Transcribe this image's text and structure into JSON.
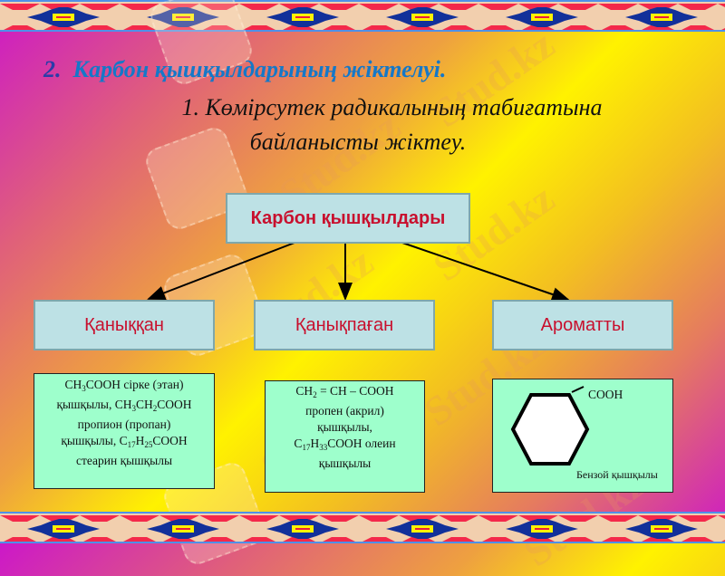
{
  "slide": {
    "heading_number": "2.",
    "heading_text": "Карбон қышқылдарының жіктелуі.",
    "subheading_line1": "1. Көмірсутек радикалының табиғатына",
    "subheading_line2": "байланысты жіктеу."
  },
  "diagram": {
    "root": "Карбон қышқылдары",
    "categories": [
      {
        "label": "Қаныққан"
      },
      {
        "label": "Қанықпаған"
      },
      {
        "label": "Ароматты"
      }
    ],
    "details": {
      "saturated": {
        "line1_a": "CH",
        "line1_sub1": "3",
        "line1_b": "COOH сірке (этан)",
        "line2_a": "қышқылы, CH",
        "line2_sub1": "3",
        "line2_b": "CH",
        "line2_sub2": "2",
        "line2_c": "COOH",
        "line3": "пропион (пропан)",
        "line4_a": "қышқылы, C",
        "line4_sub1": "17",
        "line4_b": "H",
        "line4_sub2": "25",
        "line4_c": "COOH",
        "line5": "стеарин қышқылы"
      },
      "unsaturated": {
        "line1_a": "CH",
        "line1_sub1": "2",
        "line1_b": " = CH – COOH",
        "line2": "пропен (акрил)",
        "line3": "қышқылы,",
        "line4_a": "C",
        "line4_sub1": "17",
        "line4_b": "H",
        "line4_sub2": "33",
        "line4_c": "COOH олеин",
        "line5": "қышқылы"
      },
      "aromatic": {
        "group": "COOH",
        "name": "Бензой қышқылы"
      }
    }
  },
  "watermark": {
    "text": "Stud.kz"
  },
  "colors": {
    "heading": "#1578c8",
    "category_text": "#c8102e",
    "box_fill": "#bde1e5",
    "detail_fill": "#9effcc"
  }
}
